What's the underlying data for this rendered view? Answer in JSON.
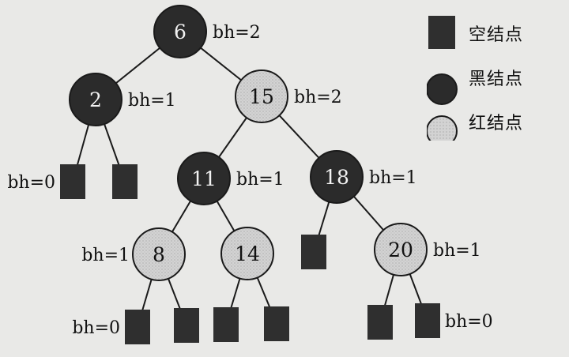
{
  "colors": {
    "background": "#e9e9e7",
    "black_node": "#2b2b2b",
    "red_node": "#d3d3d3",
    "nil_node": "#2f2f2f",
    "edge": "#1a1a1a",
    "text": "#111111"
  },
  "legend": {
    "nil_label": "空结点",
    "black_label": "黑结点",
    "red_label": "红结点"
  },
  "nodes": [
    {
      "id": "n6",
      "key": "6",
      "color": "black",
      "bh": "bh=2",
      "bh_side": "right"
    },
    {
      "id": "n2",
      "key": "2",
      "color": "black",
      "bh": "bh=1",
      "bh_side": "right"
    },
    {
      "id": "n15",
      "key": "15",
      "color": "red",
      "bh": "bh=2",
      "bh_side": "right"
    },
    {
      "id": "n11",
      "key": "11",
      "color": "black",
      "bh": "bh=1",
      "bh_side": "right"
    },
    {
      "id": "n18",
      "key": "18",
      "color": "black",
      "bh": "bh=1",
      "bh_side": "right"
    },
    {
      "id": "n8",
      "key": "8",
      "color": "red",
      "bh": "bh=1",
      "bh_side": "left"
    },
    {
      "id": "n14",
      "key": "14",
      "color": "red",
      "bh": "",
      "bh_side": "right"
    },
    {
      "id": "n20",
      "key": "20",
      "color": "red",
      "bh": "bh=1",
      "bh_side": "right"
    }
  ],
  "nil_nodes": [
    {
      "id": "nil1",
      "parent": "n2",
      "bh": "bh=0",
      "bh_side": "left"
    },
    {
      "id": "nil2",
      "parent": "n2",
      "bh": "",
      "bh_side": ""
    },
    {
      "id": "nil3",
      "parent": "n18",
      "bh": "",
      "bh_side": ""
    },
    {
      "id": "nil4",
      "parent": "n8",
      "bh": "bh=0",
      "bh_side": "left"
    },
    {
      "id": "nil5",
      "parent": "n8",
      "bh": "",
      "bh_side": ""
    },
    {
      "id": "nil6",
      "parent": "n14",
      "bh": "",
      "bh_side": ""
    },
    {
      "id": "nil7",
      "parent": "n14",
      "bh": "",
      "bh_side": ""
    },
    {
      "id": "nil8",
      "parent": "n20",
      "bh": "",
      "bh_side": ""
    },
    {
      "id": "nil9",
      "parent": "n20",
      "bh": "bh=0",
      "bh_side": "right"
    }
  ],
  "edges": [
    [
      "n6",
      "n2"
    ],
    [
      "n6",
      "n15"
    ],
    [
      "n2",
      "nil1"
    ],
    [
      "n2",
      "nil2"
    ],
    [
      "n15",
      "n11"
    ],
    [
      "n15",
      "n18"
    ],
    [
      "n11",
      "n8"
    ],
    [
      "n11",
      "n14"
    ],
    [
      "n18",
      "nil3"
    ],
    [
      "n18",
      "n20"
    ],
    [
      "n8",
      "nil4"
    ],
    [
      "n8",
      "nil5"
    ],
    [
      "n14",
      "nil6"
    ],
    [
      "n14",
      "nil7"
    ],
    [
      "n20",
      "nil8"
    ],
    [
      "n20",
      "nil9"
    ]
  ]
}
